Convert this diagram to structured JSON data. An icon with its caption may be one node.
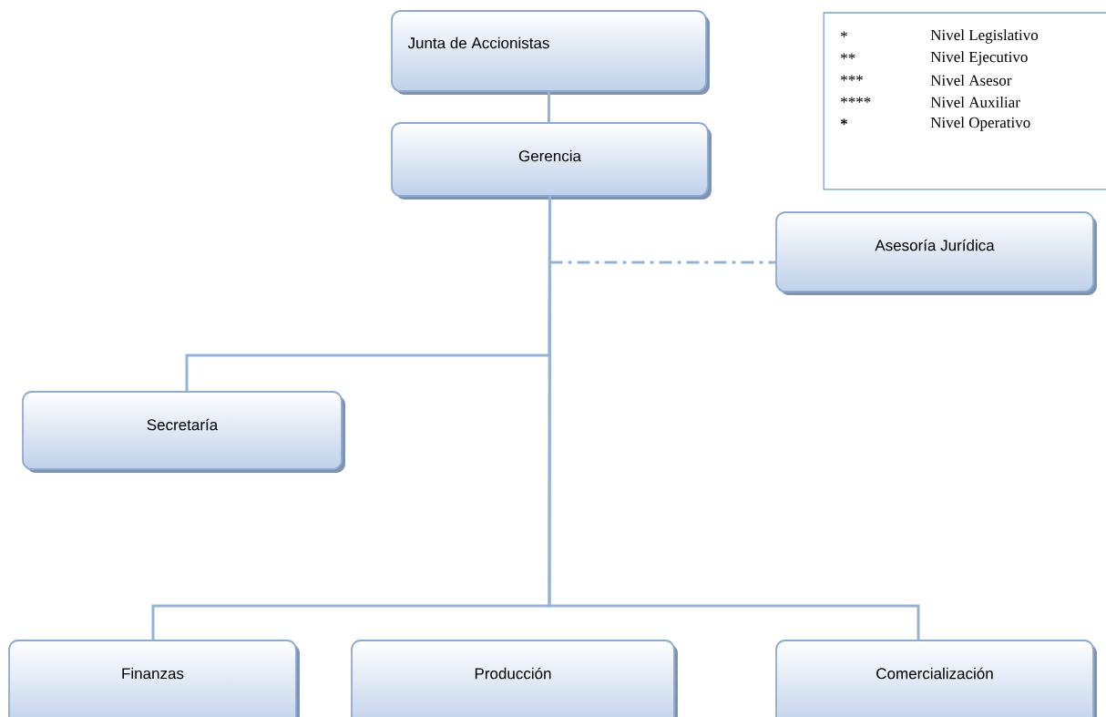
{
  "diagram": {
    "nodes": [
      {
        "text": [
          "Junta de Accionistas"
        ]
      },
      {
        "text": [
          "Gerencia"
        ]
      },
      {
        "text": [
          "Asesoría Jurídica"
        ]
      },
      {
        "text": [
          "Secretaría"
        ]
      },
      {
        "text": [
          "Finanzas"
        ]
      },
      {
        "text": [
          "Producción"
        ]
      },
      {
        "text": [
          "Comercialización"
        ]
      }
    ],
    "edges": [
      {
        "from": 0,
        "to": 1,
        "arrow": "none"
      },
      {
        "from": 1,
        "to": 2,
        "arrow": "none",
        "style": "dashed"
      },
      {
        "from": 1,
        "to": 3,
        "arrow": "none"
      },
      {
        "from": 1,
        "to": 4,
        "arrow": "none"
      },
      {
        "from": 1,
        "to": 6,
        "arrow": "none"
      }
    ],
    "labels": [
      "*",
      "Nivel Legislativo",
      "**",
      "Nivel Ejecutivo",
      "***",
      "Nivel Asesor",
      "****",
      "Nivel Auxiliar",
      "*****",
      "Nivel Operativo"
    ]
  }
}
